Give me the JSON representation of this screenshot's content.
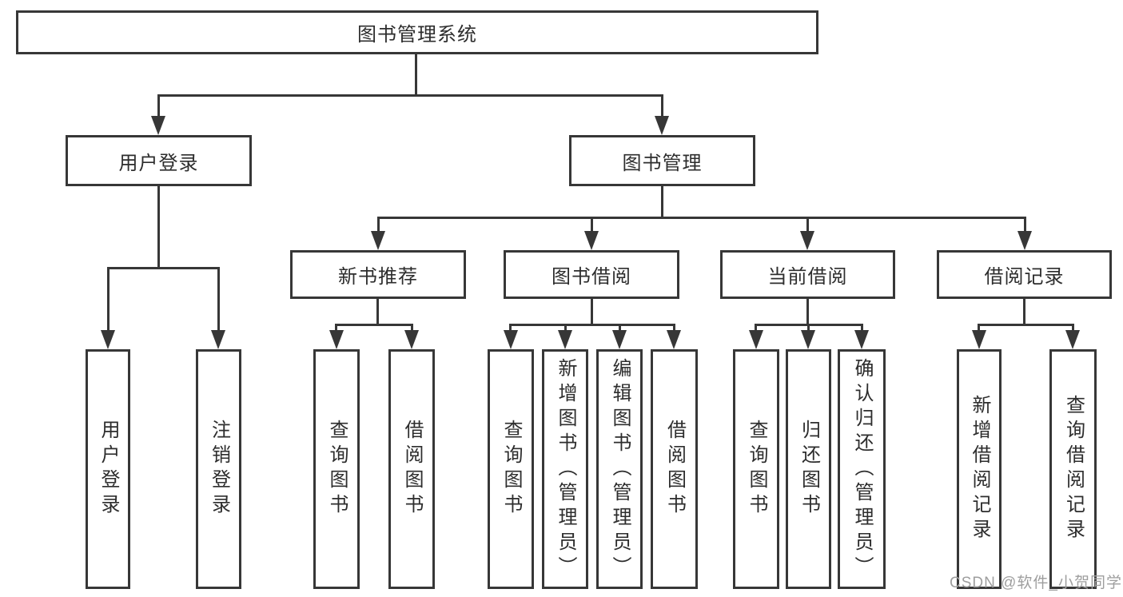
{
  "root_label": "图书管理系统",
  "level2": {
    "login": "用户登录",
    "manage": "图书管理"
  },
  "level3": {
    "newbook": "新书推荐",
    "borrow": "图书借阅",
    "current": "当前借阅",
    "records": "借阅记录"
  },
  "leaves": {
    "login": [
      "用户登录",
      "注销登录"
    ],
    "newbook": [
      "查询图书",
      "借阅图书"
    ],
    "borrow": [
      "查询图书",
      "新增图书（管理员）",
      "编辑图书（管理员）",
      "借阅图书"
    ],
    "current": [
      "查询图书",
      "归还图书",
      "确认归还（管理员）"
    ],
    "records": [
      "新增借阅记录",
      "查询借阅记录"
    ]
  },
  "watermark": "CSDN @软件_小贺同学",
  "colors": {
    "line": "#373737",
    "text": "#2d2d2d",
    "background": "#ffffff",
    "watermark": "#9e9e9e"
  }
}
